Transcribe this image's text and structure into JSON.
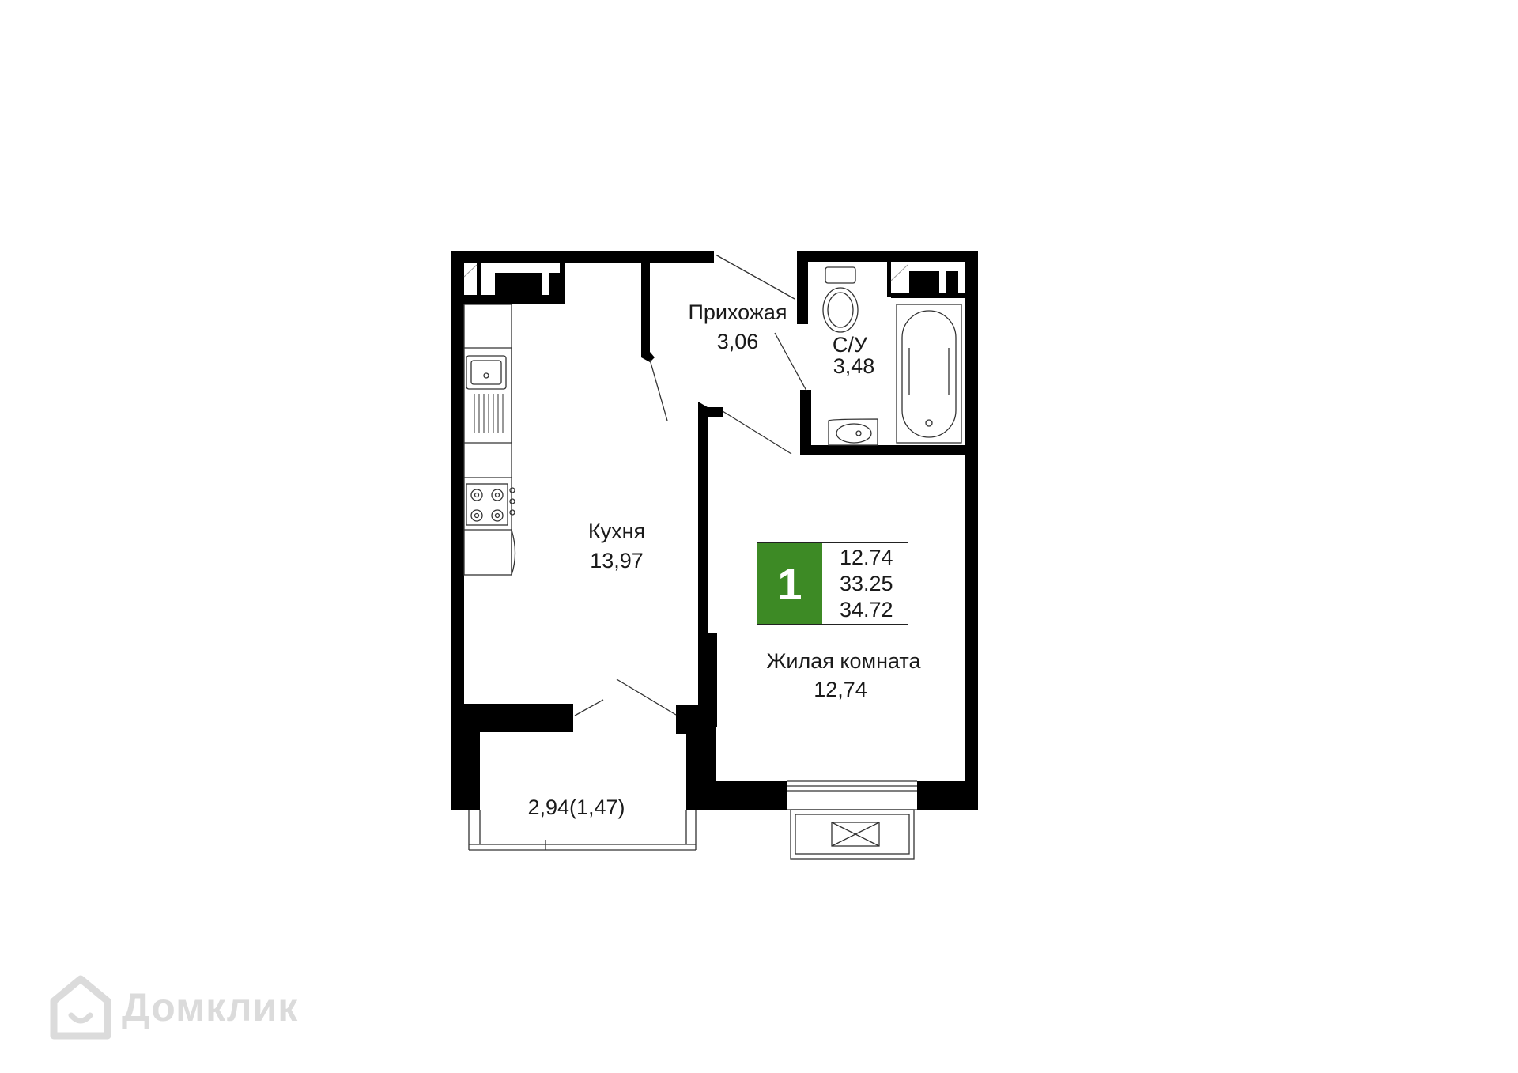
{
  "rooms": [
    {
      "name": "Прихожая",
      "area": "3,06"
    },
    {
      "name": "С/У",
      "area": "3,48"
    },
    {
      "name": "Кухня",
      "area": "13,97"
    },
    {
      "name": "Жилая комната",
      "area": "12,74"
    },
    {
      "name": "",
      "area": "2,94(1,47)"
    }
  ],
  "summary": {
    "rooms_count": "1",
    "living_area": "12.74",
    "total_area": "33.25",
    "total_area_with_balcony": "34.72",
    "accent_color": "#3d8a25"
  },
  "watermark": {
    "text": "Домклик",
    "icon": "house-logo-icon"
  }
}
